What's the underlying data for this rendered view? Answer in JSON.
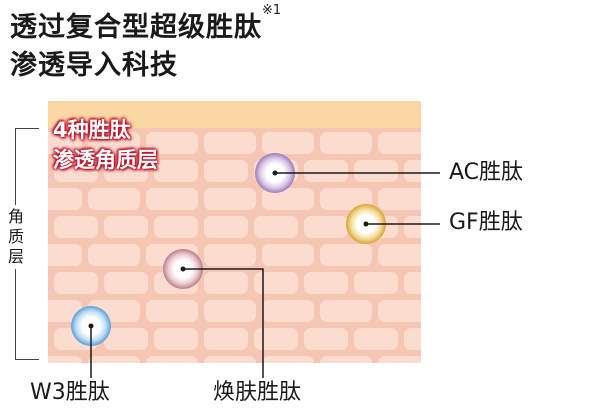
{
  "title": {
    "line1": "透过复合型超级胜肽",
    "note": "※1",
    "line2": "渗透导入科技"
  },
  "layer_label": [
    "角",
    "质",
    "层"
  ],
  "badge": {
    "line1": "4种胜肽",
    "line2": "渗透角质层"
  },
  "peptides": [
    {
      "id": "ac",
      "label": "AC胜肽",
      "color": "#b89ccc"
    },
    {
      "id": "gf",
      "label": "GF胜肽",
      "color": "#e6b850"
    },
    {
      "id": "w3",
      "label": "W3胜肽",
      "color": "#78b8e8"
    },
    {
      "id": "huanfu",
      "label": "焕肤胜肽",
      "color": "#c9909a"
    }
  ],
  "colors": {
    "tissue": "#f5c6b4",
    "cell": "#fddcd0",
    "top_band": "#fbd7a4",
    "badge_outline": "#c0102a"
  }
}
